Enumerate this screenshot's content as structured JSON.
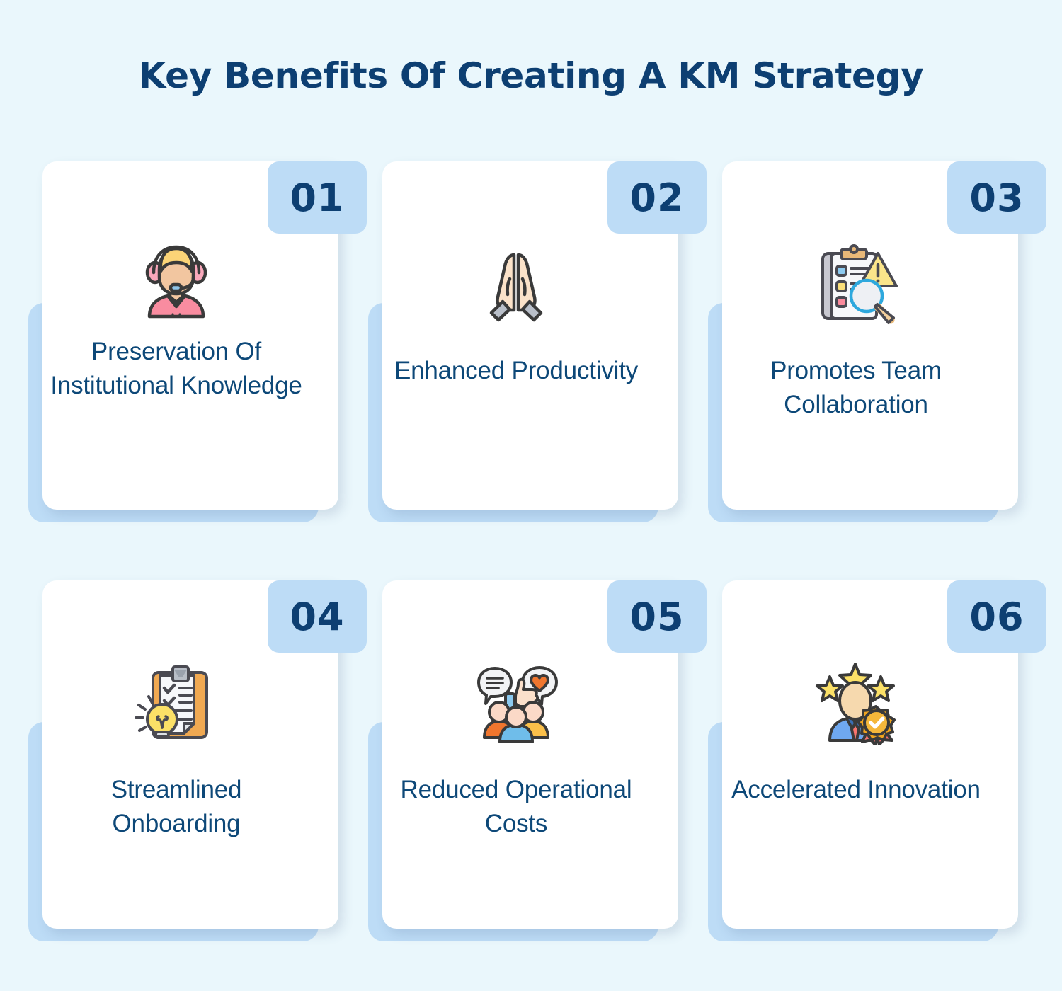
{
  "header": {
    "title": "Key Benefits Of Creating A KM Strategy"
  },
  "colors": {
    "page_background": "#eaf7fc",
    "card_background": "#ffffff",
    "accent_light_blue": "#bddcf6",
    "title_navy": "#0d3f72",
    "label_navy": "#0d4878"
  },
  "cards": [
    {
      "number": "01",
      "label": "Preservation Of Institutional Knowledge",
      "icon": "headset-support-agent-icon",
      "lines": 3
    },
    {
      "number": "02",
      "label": "Enhanced Productivity",
      "icon": "folded-hands-icon",
      "lines": 2
    },
    {
      "number": "03",
      "label": "Promotes Team Collaboration",
      "icon": "clipboard-warning-magnifier-icon",
      "lines": 2
    },
    {
      "number": "04",
      "label": "Streamlined Onboarding",
      "icon": "clipboard-lightbulb-icon",
      "lines": 2
    },
    {
      "number": "05",
      "label": "Reduced Operational Costs",
      "icon": "team-feedback-icon",
      "lines": 2
    },
    {
      "number": "06",
      "label": "Accelerated Innovation",
      "icon": "award-person-stars-icon",
      "lines": 2
    }
  ]
}
